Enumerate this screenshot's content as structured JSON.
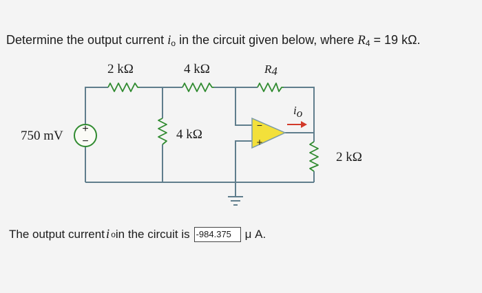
{
  "question": {
    "prefix": "Determine the output current ",
    "var": "i",
    "var_sub": "o",
    "middle": " in the circuit given below, where ",
    "r4_var": "R",
    "r4_sub": "4",
    "r4_value": " = 19 kΩ."
  },
  "circuit": {
    "source_label": "750 mV",
    "source_plus": "+",
    "source_minus": "−",
    "r1_label": "2 kΩ",
    "r2_label": "4 kΩ",
    "r4_label": "R",
    "r4_label_sub": "4",
    "r3_label": "4 kΩ",
    "rload_label": "2 kΩ",
    "io_label": "i",
    "io_label_sub": "o",
    "opamp_minus": "−",
    "opamp_plus": "+"
  },
  "answer": {
    "prefix": "The output current ",
    "var": "i",
    "var_sub": "o",
    "middle": " in the circuit is ",
    "value": "-984.375",
    "unit": "μ A."
  },
  "colors": {
    "wire": "#5f7d8c",
    "resistor": "#2f8a2f",
    "opamp_fill": "#f3e03a",
    "source_ring": "#2f8a2f"
  }
}
